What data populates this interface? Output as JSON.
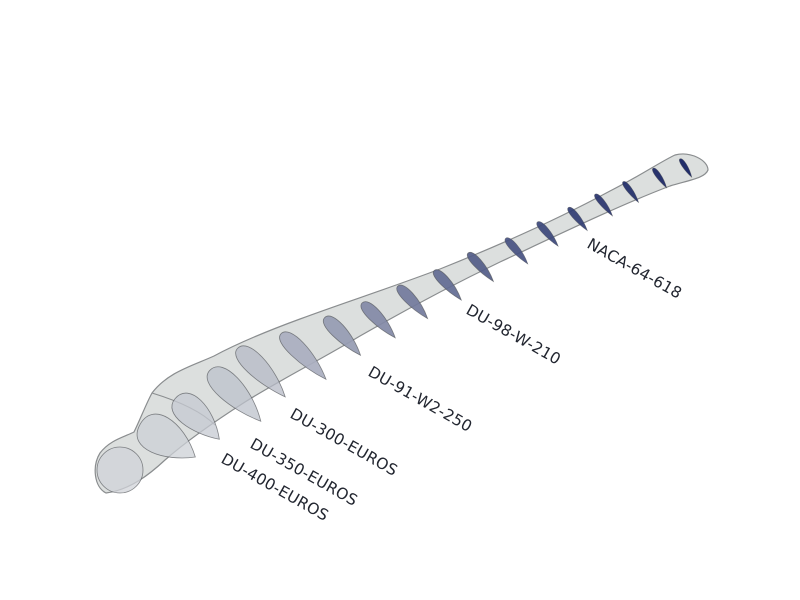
{
  "diagram": {
    "blade_fill": "#dcdfde",
    "blade_stroke": "#8a8d8f",
    "section_stroke": "#55585c",
    "color_light": "#d4d7da",
    "color_dark": "#101d5e",
    "labels": [
      "DU-400-EUROS",
      "DU-350-EUROS",
      "DU-300-EUROS",
      "DU-91-W2-250",
      "DU-98-W-210",
      "NACA-64-618"
    ]
  }
}
